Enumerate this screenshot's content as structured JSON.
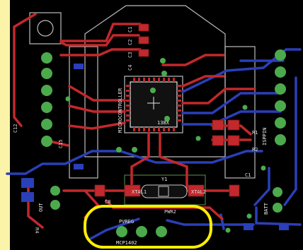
{
  "labels": {
    "microcontroller": "MICROCONTROLLER",
    "chip_id": "138X",
    "crystal": "Y1",
    "xtal1": "XTAL1",
    "xtal2": "XTAL2",
    "c8": "C8",
    "r1": "R1",
    "r2": "R2",
    "isppin": "ISPPIN",
    "out": "OUT",
    "batt": "BATT",
    "pvreg": "PVREG",
    "chip2": "MCP1402",
    "pwr": "PWR2",
    "c1": "C1",
    "r4": "R4",
    "c12": "C12",
    "c15": "C15",
    "top_c1": "C1",
    "top_c2": "C2",
    "top_c3": "C3",
    "top_c4": "C4"
  },
  "colors": {
    "board_bg": "#fbf3a8",
    "board_fill": "#000000",
    "top_trace": "#c2282c",
    "bottom_trace": "#2a3fb8",
    "pad": "#4caa4c",
    "silkscreen": "#e6e6e6",
    "highlight": "#ffee00"
  }
}
